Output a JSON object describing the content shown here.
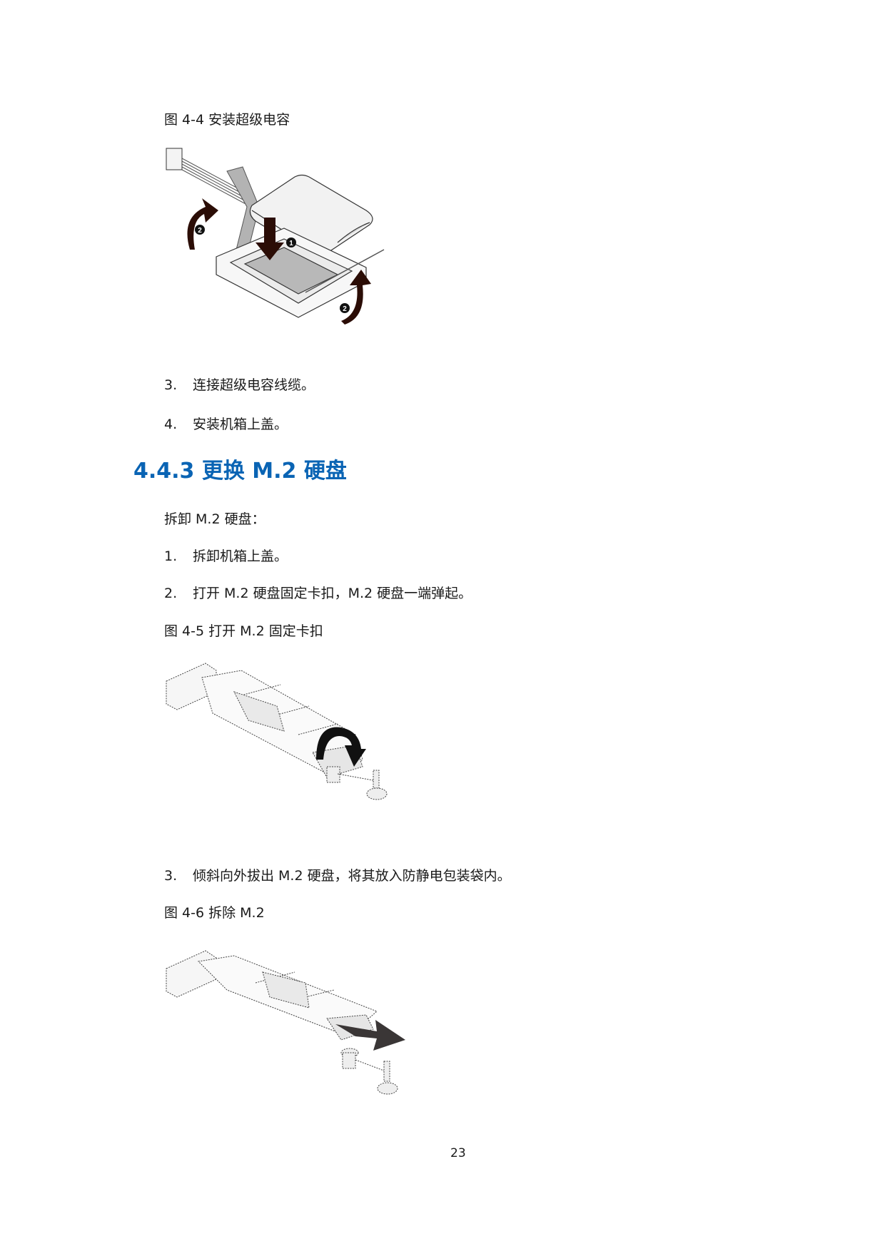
{
  "page": {
    "page_number": "23",
    "accent_color": "#0a64b4"
  },
  "figure_4_4": {
    "caption": "图 4-4  安装超级电容",
    "callouts": [
      "1",
      "2",
      "2"
    ]
  },
  "steps_install": [
    {
      "num": "3.",
      "text": "连接超级电容线缆。"
    },
    {
      "num": "4.",
      "text": "安装机箱上盖。"
    }
  ],
  "section": {
    "heading": "4.4.3  更换 M.2 硬盘",
    "intro": "拆卸 M.2 硬盘："
  },
  "steps_remove": [
    {
      "num": "1.",
      "text": "拆卸机箱上盖。"
    },
    {
      "num": "2.",
      "text": "打开 M.2 硬盘固定卡扣，M.2 硬盘一端弹起。"
    },
    {
      "num": "3.",
      "text": "倾斜向外拔出 M.2 硬盘，将其放入防静电包装袋内。"
    }
  ],
  "figure_4_5": {
    "caption": "图 4-5  打开 M.2 固定卡扣"
  },
  "figure_4_6": {
    "caption": "图 4-6  拆除 M.2"
  }
}
